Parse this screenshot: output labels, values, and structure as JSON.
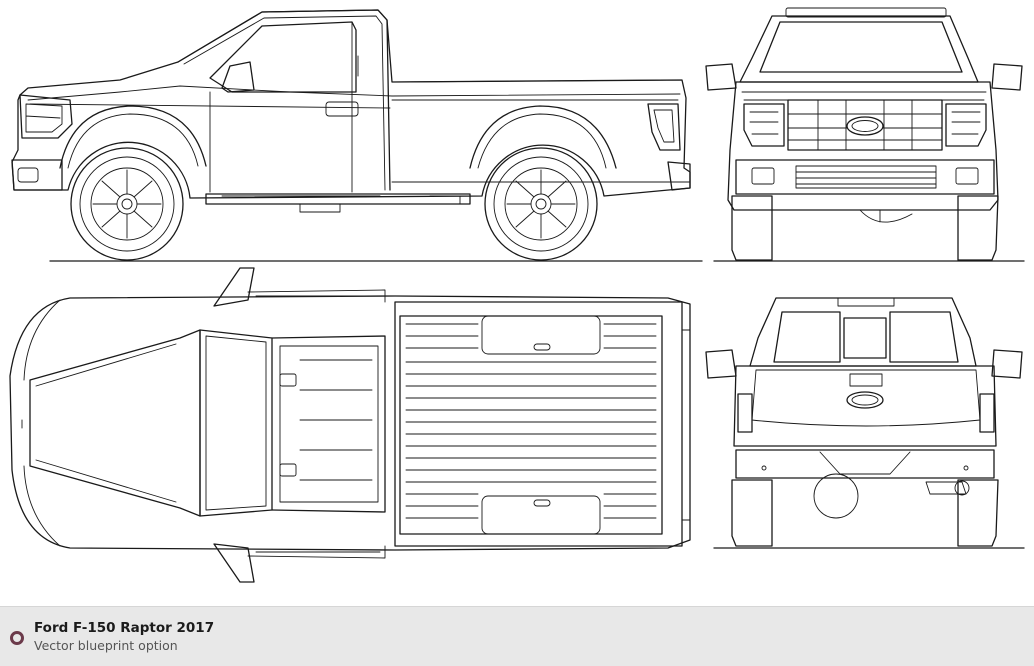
{
  "caption": {
    "title": "Ford F-150 Raptor 2017",
    "subtitle": "Vector blueprint option"
  },
  "views": [
    "side-view",
    "front-view",
    "top-view",
    "rear-view"
  ],
  "icons": {
    "caption": "ring-icon"
  },
  "colors": {
    "line": "#1a1a1a",
    "caption_bg": "#e8e8e8",
    "ring": "#6b3a4a",
    "title": "#1b1b1b",
    "subtitle": "#555555"
  }
}
